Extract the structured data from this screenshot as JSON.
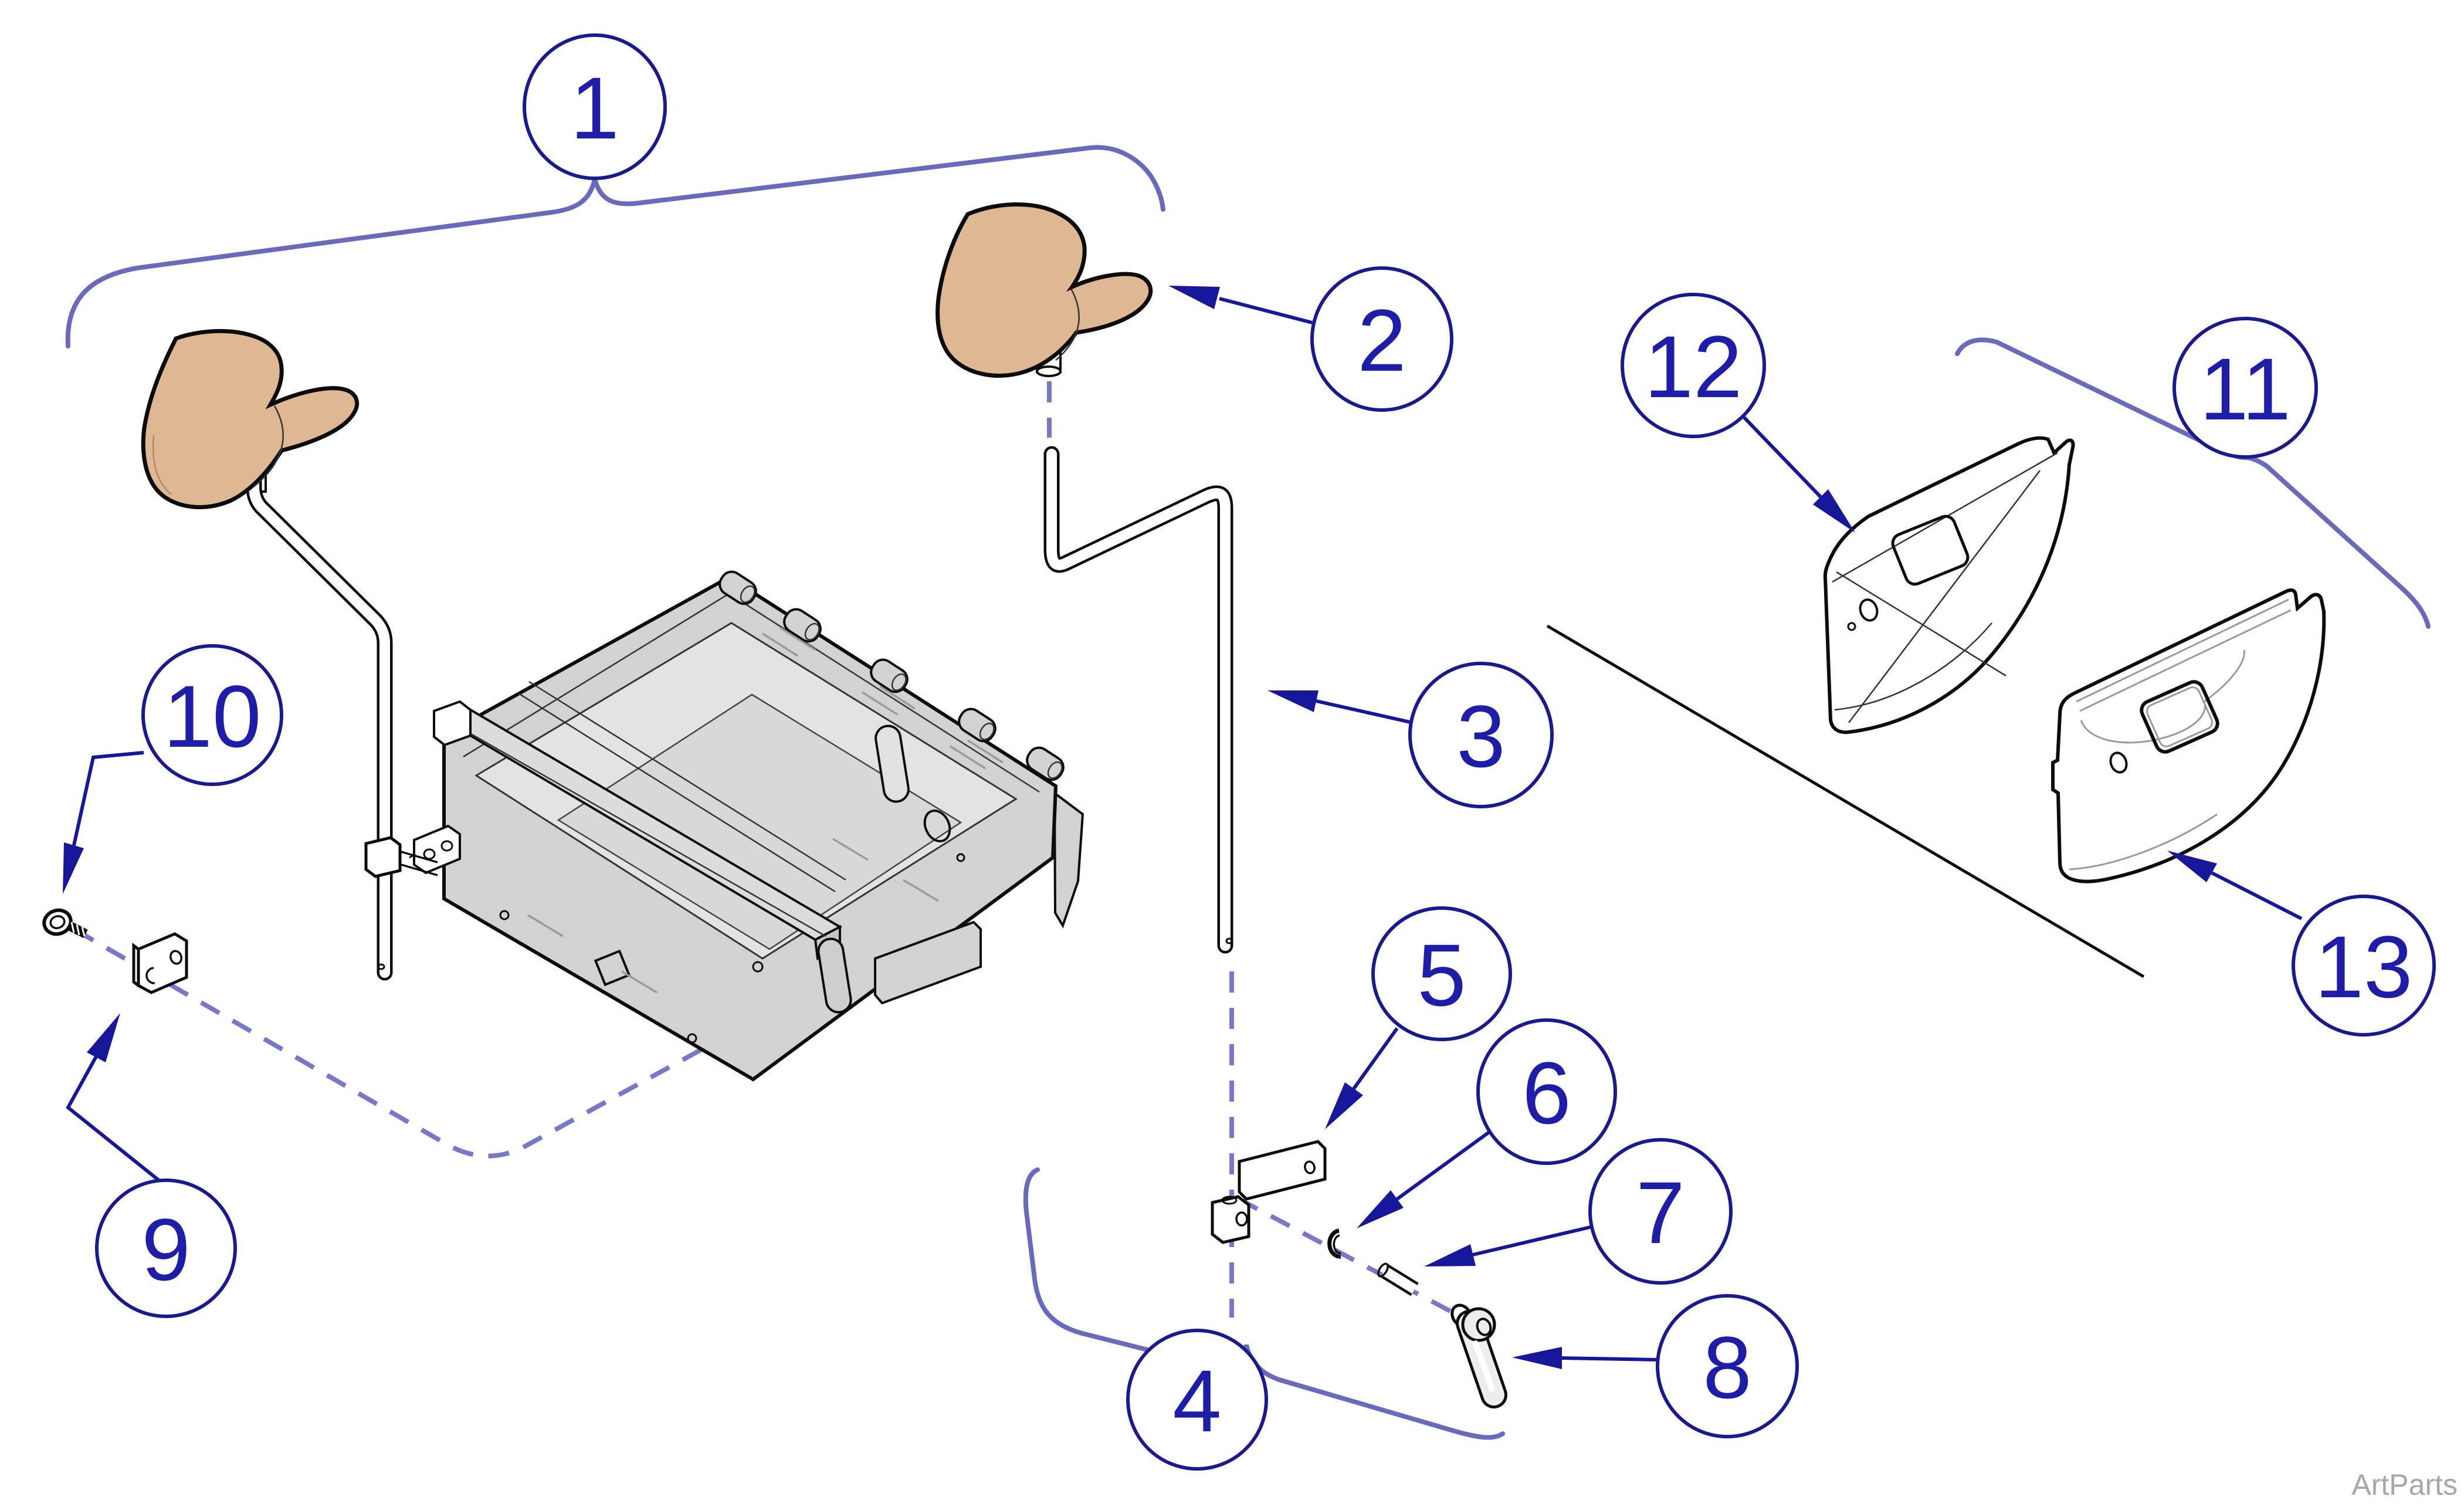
{
  "diagram": {
    "title": "Headrest / seat frame exploded parts diagram",
    "watermark": "ArtParts",
    "colors": {
      "callout_navy": "#1A1A90",
      "number_blue": "#1D1DAA",
      "brace_blue": "#6A6ABD",
      "dash_blue": "#7878C8",
      "pad_tan": "#DEB892",
      "frame_gray": "#D2D2D2",
      "watermark_gray": "#A7A7A7"
    },
    "callouts": [
      {
        "label": "1"
      },
      {
        "label": "2"
      },
      {
        "label": "3"
      },
      {
        "label": "4"
      },
      {
        "label": "5"
      },
      {
        "label": "6"
      },
      {
        "label": "7"
      },
      {
        "label": "8"
      },
      {
        "label": "9"
      },
      {
        "label": "10"
      },
      {
        "label": "11"
      },
      {
        "label": "12"
      },
      {
        "label": "13"
      }
    ]
  }
}
